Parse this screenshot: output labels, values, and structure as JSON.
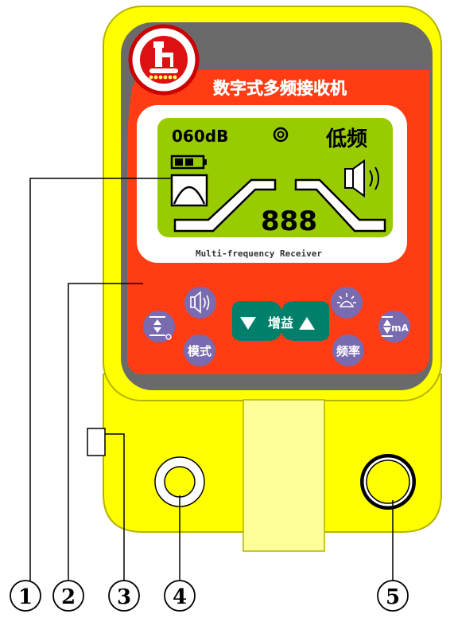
{
  "device": {
    "title": "数字式多频接收机",
    "subtitle": "Multi-frequency  Receiver"
  },
  "lcd": {
    "db_reading": "060dB",
    "mode_label": "低频",
    "big_number": "888"
  },
  "buttons": {
    "gain_label": "增益",
    "mode_label": "模式",
    "freq_label": "频率",
    "ma_label": "mA"
  },
  "callouts": [
    "1",
    "2",
    "3",
    "4",
    "5"
  ],
  "colors": {
    "housing_yellow": "#ffff00",
    "housing_outline": "#c8c800",
    "bezel_gray": "#6a6a6a",
    "face_red": "#ff3c14",
    "lcd_white": "#ffffff",
    "lcd_green": "#99cc00",
    "button_purple": "#7a6ab0",
    "gain_teal": "#007f6a",
    "connector_yellow": "#ffff99"
  }
}
